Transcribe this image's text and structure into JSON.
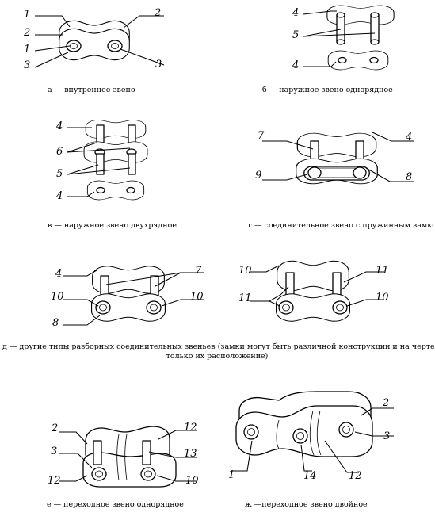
{
  "figures": {
    "a": {
      "caption": "а — внутреннее звено",
      "labels": [
        "1",
        "2",
        "2",
        "1",
        "3",
        "3"
      ]
    },
    "b": {
      "caption": "б — наружное звено однорядное",
      "labels": [
        "4",
        "5",
        "4"
      ]
    },
    "v": {
      "caption": "в — наружное звено двухрядное",
      "labels": [
        "4",
        "6",
        "5",
        "4"
      ]
    },
    "g": {
      "caption": "г — соединительное звено с пружинным замком",
      "labels": [
        "7",
        "4",
        "9",
        "8"
      ]
    },
    "d": {
      "caption_line1": "д — другие типы разборных соединительных звеньев (замки могут быть различной конструкции и на чертеже показано",
      "caption_line2": "только их расположение)",
      "labels": [
        "4",
        "7",
        "10",
        "10",
        "8",
        "10",
        "11",
        "11",
        "10"
      ]
    },
    "e": {
      "caption": "е — переходное звено однорядное",
      "labels": [
        "2",
        "12",
        "3",
        "13",
        "12",
        "10"
      ]
    },
    "zh": {
      "caption": "ж —переходное звено двойное",
      "labels": [
        "2",
        "3",
        "1",
        "14",
        "12"
      ]
    }
  }
}
